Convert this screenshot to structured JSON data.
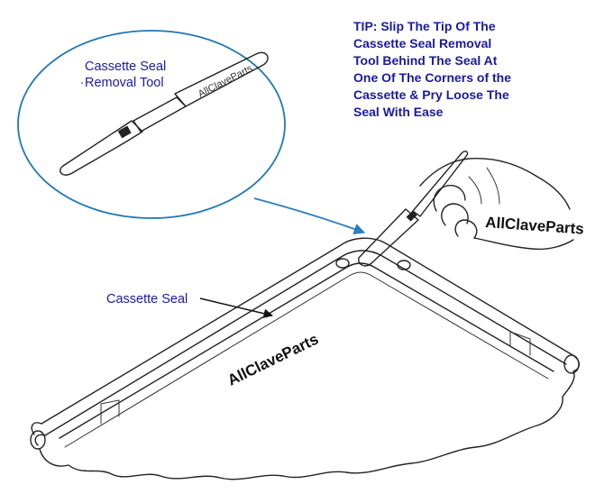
{
  "tip": {
    "lines": [
      "TIP:  Slip The Tip Of The",
      "Cassette Seal Removal",
      "Tool Behind The Seal At",
      "One Of The Corners of the",
      "Cassette & Pry Loose The",
      "Seal With Ease"
    ]
  },
  "callout": {
    "tool_label_line1": "Cassette Seal",
    "tool_label_line2": "Removal Tool",
    "tool_imprint": "AllClaveParts"
  },
  "seal_label": "Cassette Seal",
  "brand": {
    "right": "AllClaveParts",
    "center": "AllClaveParts"
  },
  "colors": {
    "label_text": "#1a1aa0",
    "callout_border": "#1f78b4",
    "arrow": "#2a7fc0"
  }
}
